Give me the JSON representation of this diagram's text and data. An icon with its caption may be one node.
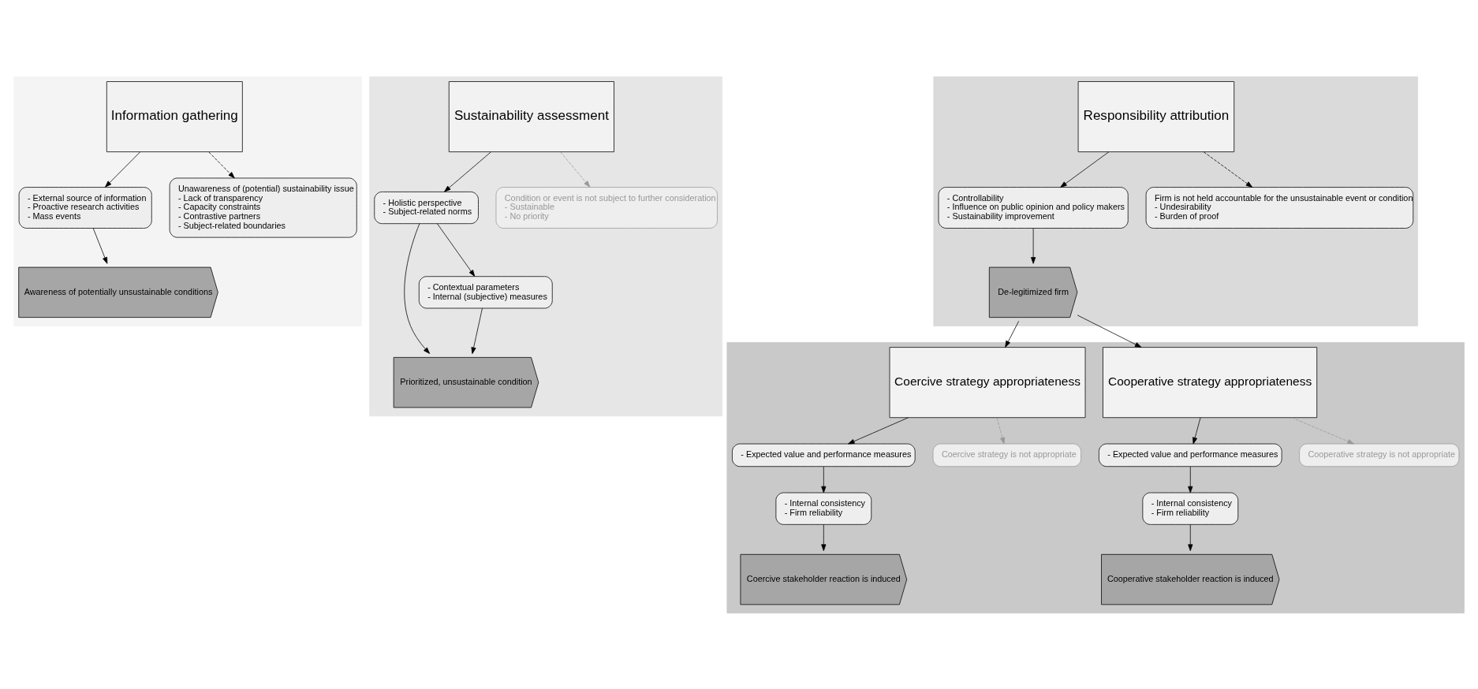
{
  "diagram": {
    "nodes": [
      {
        "text": [],
        "shape": "box"
      },
      {
        "text": [
          "Information gathering"
        ],
        "in": 0
      },
      {
        "text": [
          "Awareness of potentially unsustainable conditions"
        ],
        "in": 0
      },
      {
        "text": [
          "- External source of information",
          "- Proactive research activities",
          "- Mass events"
        ],
        "in": 0
      },
      {
        "text": [
          "Unawareness of (potential) sustainability issue",
          "- Lack of transparency",
          "- Capacity constraints",
          "- Contrastive partners",
          "- Subject-related boundaries"
        ],
        "in": 0
      },
      {
        "text": [],
        "shape": "box"
      },
      {
        "text": [
          "Sustainability assessment"
        ],
        "in": 5
      },
      {
        "text": [
          "Prioritized, unsustainable condition"
        ],
        "in": 5
      },
      {
        "text": [
          "- Holistic perspective",
          "- Subject-related norms"
        ],
        "in": 5
      },
      {
        "text": [
          "- Contextual parameters",
          "- Internal (subjective) measures"
        ],
        "in": 5
      },
      {
        "text": [
          "Condition or event is not subject to further consideration",
          "- Sustainable",
          "- No priority"
        ],
        "in": 5
      },
      {
        "text": [],
        "shape": "box"
      },
      {
        "text": [
          "Responsibility attribution"
        ],
        "in": 11
      },
      {
        "text": [
          "De-legitimized firm"
        ],
        "in": 11
      },
      {
        "text": [
          "- Controllability",
          "- Influence on public opinion and policy makers",
          "- Sustainability improvement"
        ],
        "in": 11
      },
      {
        "text": [
          "Firm is not held accountable for the unsustainable event or condition",
          "- Undesirability",
          "- Burden of proof"
        ],
        "in": 11
      },
      {
        "text": [],
        "shape": "box"
      },
      {
        "text": [
          "- Expected value and performance measures"
        ],
        "in": 16
      },
      {
        "text": [
          "- Internal consistency",
          "- Firm reliability"
        ],
        "in": 16
      },
      {
        "text": [
          "Cooperative strategy appropriateness"
        ],
        "in": 16
      },
      {
        "text": [
          "Cooperative stakeholder reaction is induced"
        ],
        "in": 16
      },
      {
        "text": [
          "Cooperative strategy is not appropriate"
        ],
        "in": 16
      },
      {
        "text": [
          "- Expected value and performance measures"
        ],
        "in": 16
      },
      {
        "text": [
          "- Internal consistency",
          "- Firm reliability"
        ],
        "in": 16
      },
      {
        "text": [
          "Coercive strategy appropriateness"
        ],
        "in": 16
      },
      {
        "text": [
          "Coercive stakeholder reaction is induced"
        ],
        "in": 16
      },
      {
        "text": [
          "Coercive strategy is not appropriate"
        ],
        "in": 16
      }
    ],
    "edges": [
      {
        "from": 1,
        "to": 3,
        "arrow": "to"
      },
      {
        "from": 3,
        "to": 2,
        "arrow": "to"
      },
      {
        "from": 1,
        "to": 4,
        "arrow": "to",
        "style": "dashed"
      },
      {
        "from": 6,
        "to": 8,
        "arrow": "to"
      },
      {
        "from": 8,
        "to": 9,
        "arrow": "to"
      },
      {
        "from": 8,
        "to": 7,
        "arrow": "to"
      },
      {
        "from": 9,
        "to": 7,
        "arrow": "to"
      },
      {
        "from": 6,
        "to": 10,
        "arrow": "to",
        "style": "dashed",
        "color": "#999999"
      },
      {
        "from": 12,
        "to": 14,
        "arrow": "to"
      },
      {
        "from": 14,
        "to": 13,
        "arrow": "to"
      },
      {
        "from": 12,
        "to": 15,
        "arrow": "to",
        "style": "dashed"
      },
      {
        "from": 13,
        "to": 19,
        "arrow": "to"
      },
      {
        "from": 13,
        "to": 24,
        "arrow": "to"
      },
      {
        "from": 19,
        "to": 17,
        "arrow": "to"
      },
      {
        "from": 17,
        "to": 18,
        "arrow": "to"
      },
      {
        "from": 18,
        "to": 20,
        "arrow": "to"
      },
      {
        "from": 19,
        "to": 21,
        "arrow": "to",
        "style": "dashed",
        "color": "#999999"
      },
      {
        "from": 24,
        "to": 22,
        "arrow": "to"
      },
      {
        "from": 22,
        "to": 23,
        "arrow": "to"
      },
      {
        "from": 23,
        "to": 25,
        "arrow": "to"
      },
      {
        "from": 24,
        "to": 26,
        "arrow": "to",
        "style": "dashed",
        "color": "#999999"
      }
    ]
  }
}
